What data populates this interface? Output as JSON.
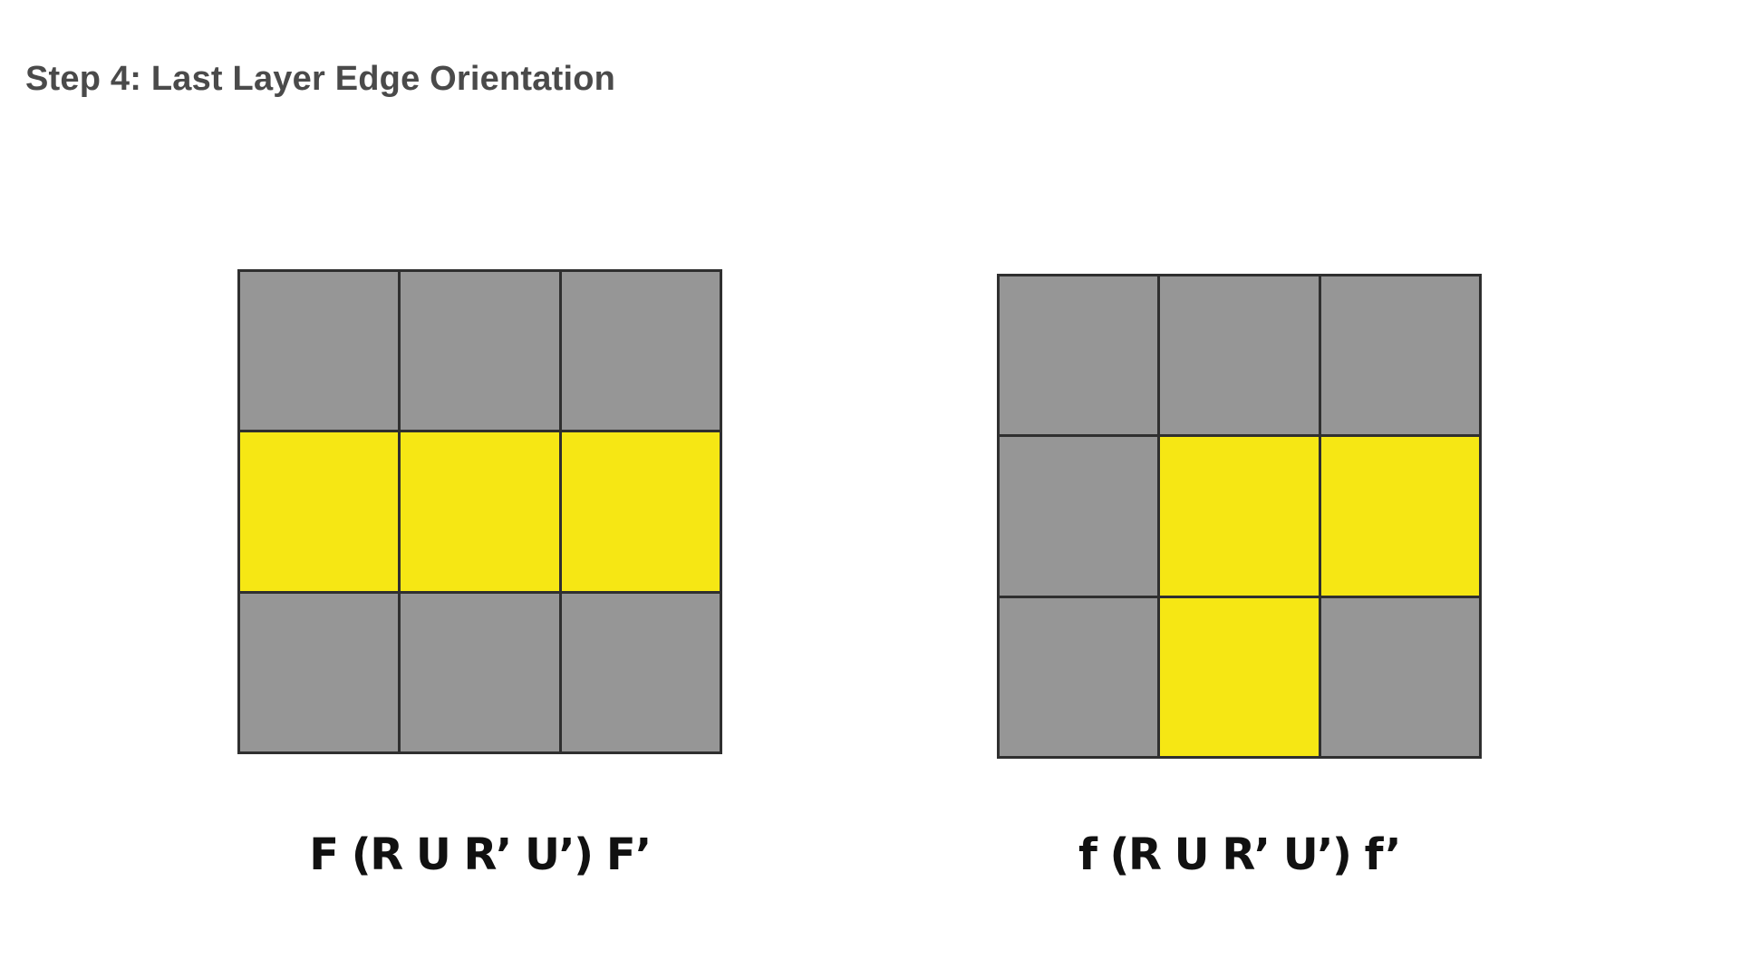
{
  "title": "Step 4: Last Layer Edge Orientation",
  "colors": {
    "gray": "#969696",
    "yellow": "#f6e714",
    "grid_line": "#2f2f2f"
  },
  "diagrams": [
    {
      "algorithm": "F (R U R’ U’) F’",
      "cells": [
        "gray",
        "gray",
        "gray",
        "yellow",
        "yellow",
        "yellow",
        "gray",
        "gray",
        "gray"
      ]
    },
    {
      "algorithm": "f (R U R’ U’) f’",
      "cells": [
        "gray",
        "gray",
        "gray",
        "gray",
        "yellow",
        "yellow",
        "gray",
        "yellow",
        "gray"
      ]
    }
  ]
}
